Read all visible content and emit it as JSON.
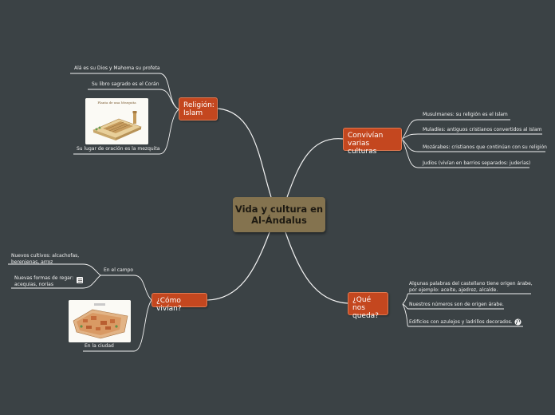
{
  "central": {
    "title": "Vida y cultura en Al-Ándalus"
  },
  "religion": {
    "label": "Religión: Islam",
    "items": [
      "Alá es su Dios y Mahoma su profeta",
      "Su libro sagrado es el Corán",
      "Su lugar de oración es la mezquita"
    ],
    "image_caption": "Planta de una Mezquita"
  },
  "convivian": {
    "label": "Convivían varias culturas",
    "items": [
      "Musulmanes: su religión es el Islam",
      "Muladíes: antiguos cristianos convertidos al Islam",
      "Mozárabes: cristianos que continúan con su religión",
      "Judíos (vivían en barrios separados: juderías)"
    ]
  },
  "como_vivian": {
    "label": "¿Cómo vivían?",
    "campo": {
      "label": "En el campo",
      "items": [
        "Nuevos cultivos: alcachofas, berenjenas, arroz",
        "Nuevas formas de regar: acequias, norias"
      ]
    },
    "ciudad": {
      "label": "En la ciudad"
    }
  },
  "que_nos_queda": {
    "label": "¿Qué nos queda?",
    "items": [
      "Algunas palabras del castellano tiene origen árabe, por ejemplo: aceite, ajedrez, alcalde.",
      "Nuestros números son de origen árabe.",
      "Edificios con azulejos y ladrillos decorados."
    ]
  },
  "colors": {
    "background": "#3b4245",
    "central": "#84734f",
    "branch": "#c4471f",
    "line": "#f2f2f2"
  }
}
